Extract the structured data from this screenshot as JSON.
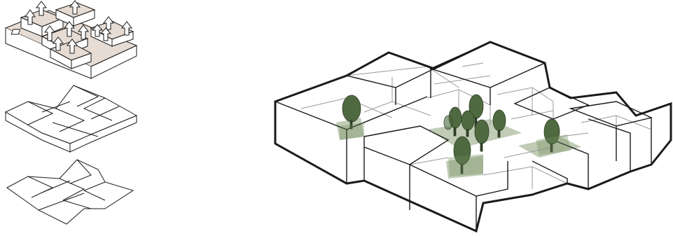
{
  "figure": {
    "panels": [
      {
        "id": "stage-3",
        "name": "raised-volumes-stage",
        "arrows": 12,
        "fill": "#e6dcd4"
      },
      {
        "id": "stage-2",
        "name": "extruded-base-stage"
      },
      {
        "id": "stage-1",
        "name": "floor-plan-stage"
      }
    ],
    "main": {
      "name": "axonometric-transparent-massing",
      "trees": 9,
      "courtyards": 4
    }
  },
  "colors": {
    "stroke": "#1a1a1a",
    "light_stroke": "#9a9a9a",
    "roof_tint": "#e6dcd4",
    "tree": "#4f6a40",
    "tree_shadow": "#6f8a5c",
    "courtyard": "#8da27a"
  }
}
